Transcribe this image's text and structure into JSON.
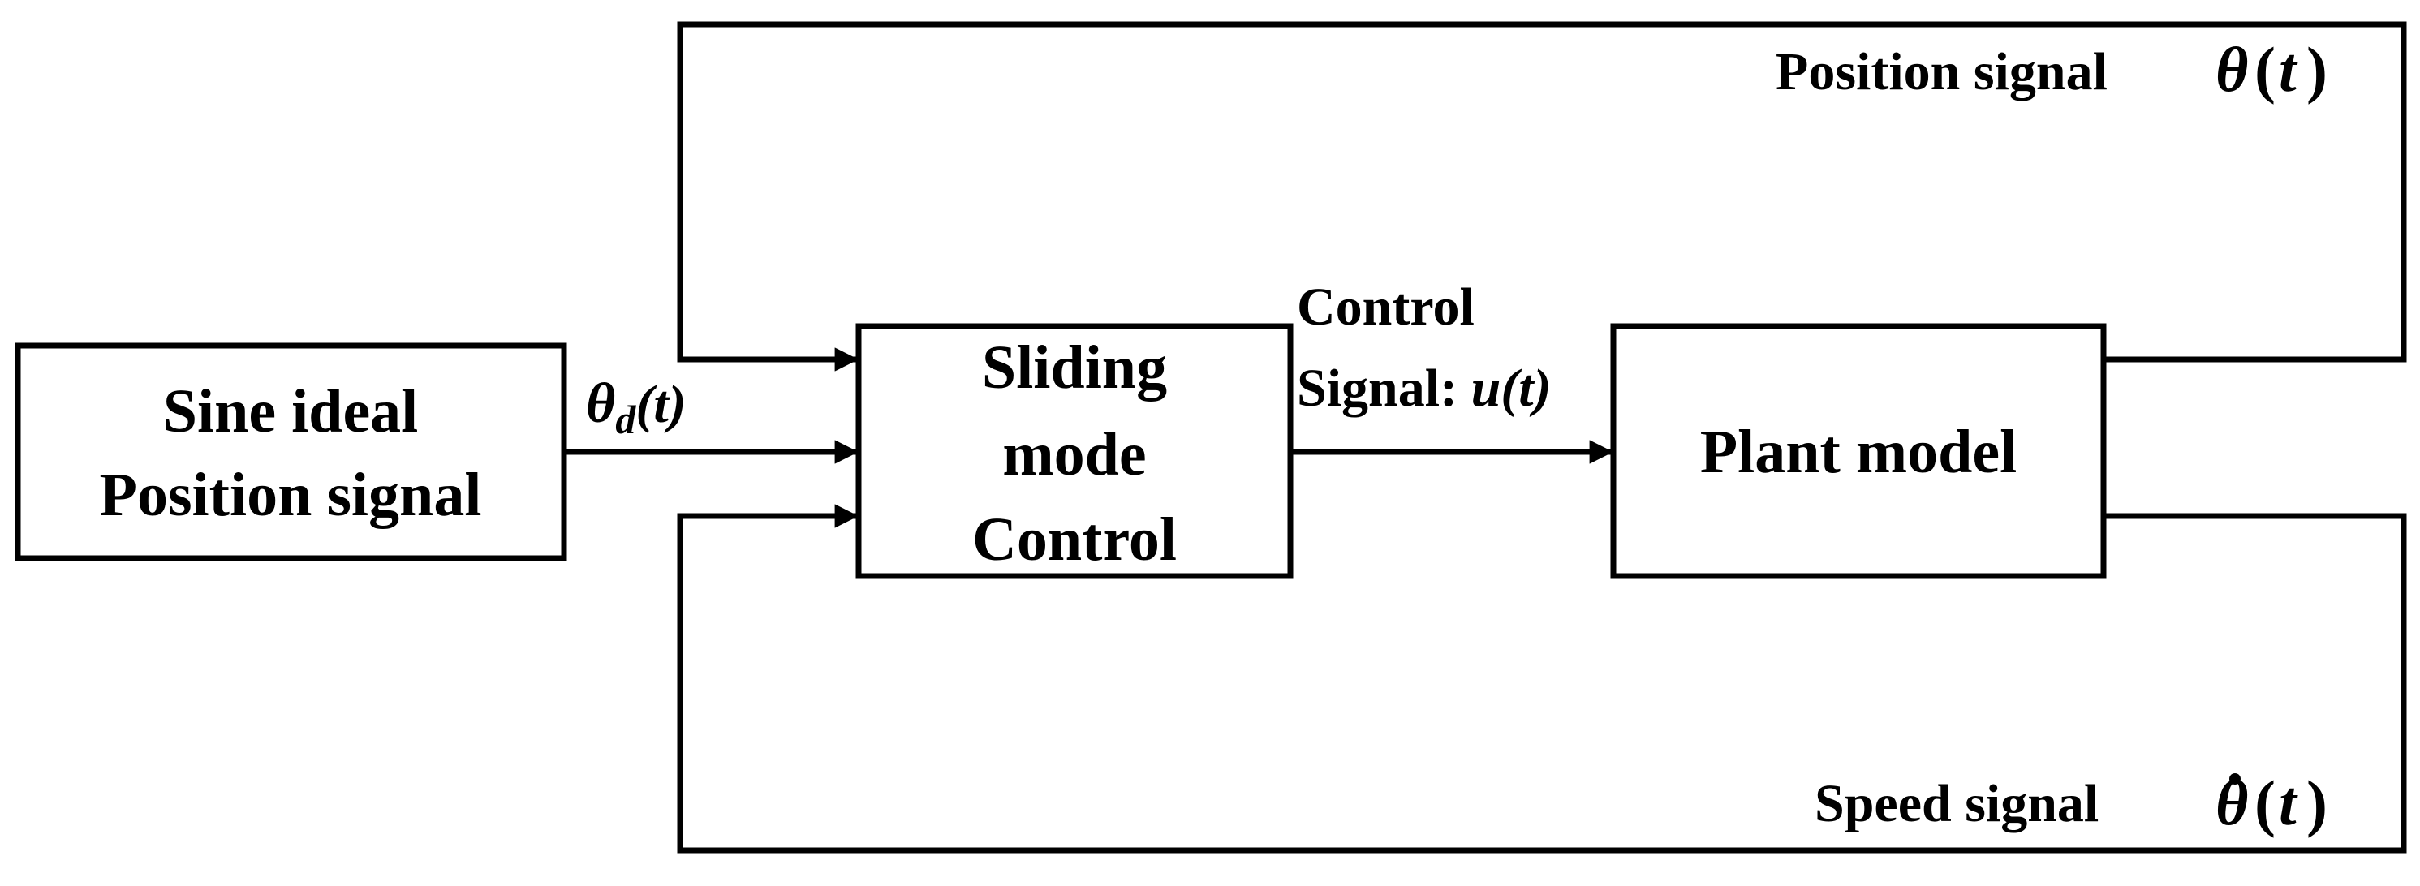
{
  "blocks": {
    "sine_source": {
      "line1": "Sine ideal",
      "line2": "Position signal"
    },
    "smc": {
      "line1": "Sliding",
      "line2": "mode",
      "line3": "Control"
    },
    "plant": {
      "line1": "Plant model"
    }
  },
  "signals": {
    "reference": {
      "symbol": "θ",
      "subscript": "d",
      "argument": "(t)"
    },
    "control": {
      "line1": "Control",
      "line2_prefix": "Signal: ",
      "symbol": "u(t)"
    },
    "position_feedback": {
      "label": "Position signal",
      "symbol": "θ",
      "argument": "t"
    },
    "speed_feedback": {
      "label": "Speed signal",
      "symbol": "θ",
      "argument": "t"
    }
  }
}
